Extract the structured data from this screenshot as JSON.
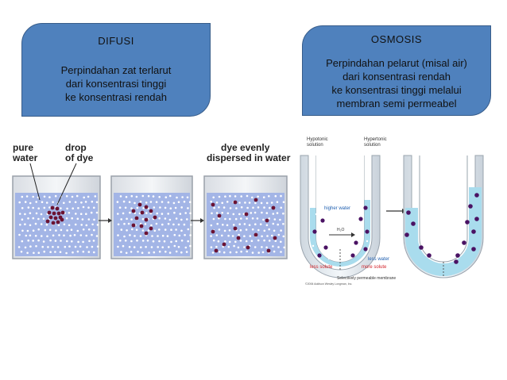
{
  "difusi": {
    "title": "DIFUSI",
    "body": "Perpindahan zat terlarut\ndari konsentrasi tinggi\nke konsentrasi rendah"
  },
  "osmosis": {
    "title": "OSMOSIS",
    "body": "Perpindahan pelarut (misal air)\ndari konsentrasi rendah\nke konsentrasi tinggi melalui\nmembran semi permeabel"
  },
  "diffusion_figure": {
    "label_pure_water": [
      "pure",
      "water"
    ],
    "label_drop_of_dye": [
      "drop",
      "of dye"
    ],
    "label_dye_dispersed": [
      "dye evenly",
      "dispersed in water"
    ]
  },
  "osmosis_figure": {
    "label_hypotonic": [
      "Hypotonic",
      "solution"
    ],
    "label_hypertonic": [
      "Hypertonic",
      "solution"
    ],
    "label_higher_water": "higher water",
    "label_h2o": "H₂O",
    "label_less_water": "less water",
    "label_less_solute": "less solute",
    "label_more_solute": "more solute",
    "label_membrane": "Selectively permeable membrane",
    "copyright": "©2006 Addison Wesley Longman, Inc."
  },
  "colors": {
    "box_fill": "#4f81bd",
    "water": "#a3b5e6",
    "dye": "#6b1232",
    "solute": "#4a1263",
    "label_red": "#d2232a"
  }
}
